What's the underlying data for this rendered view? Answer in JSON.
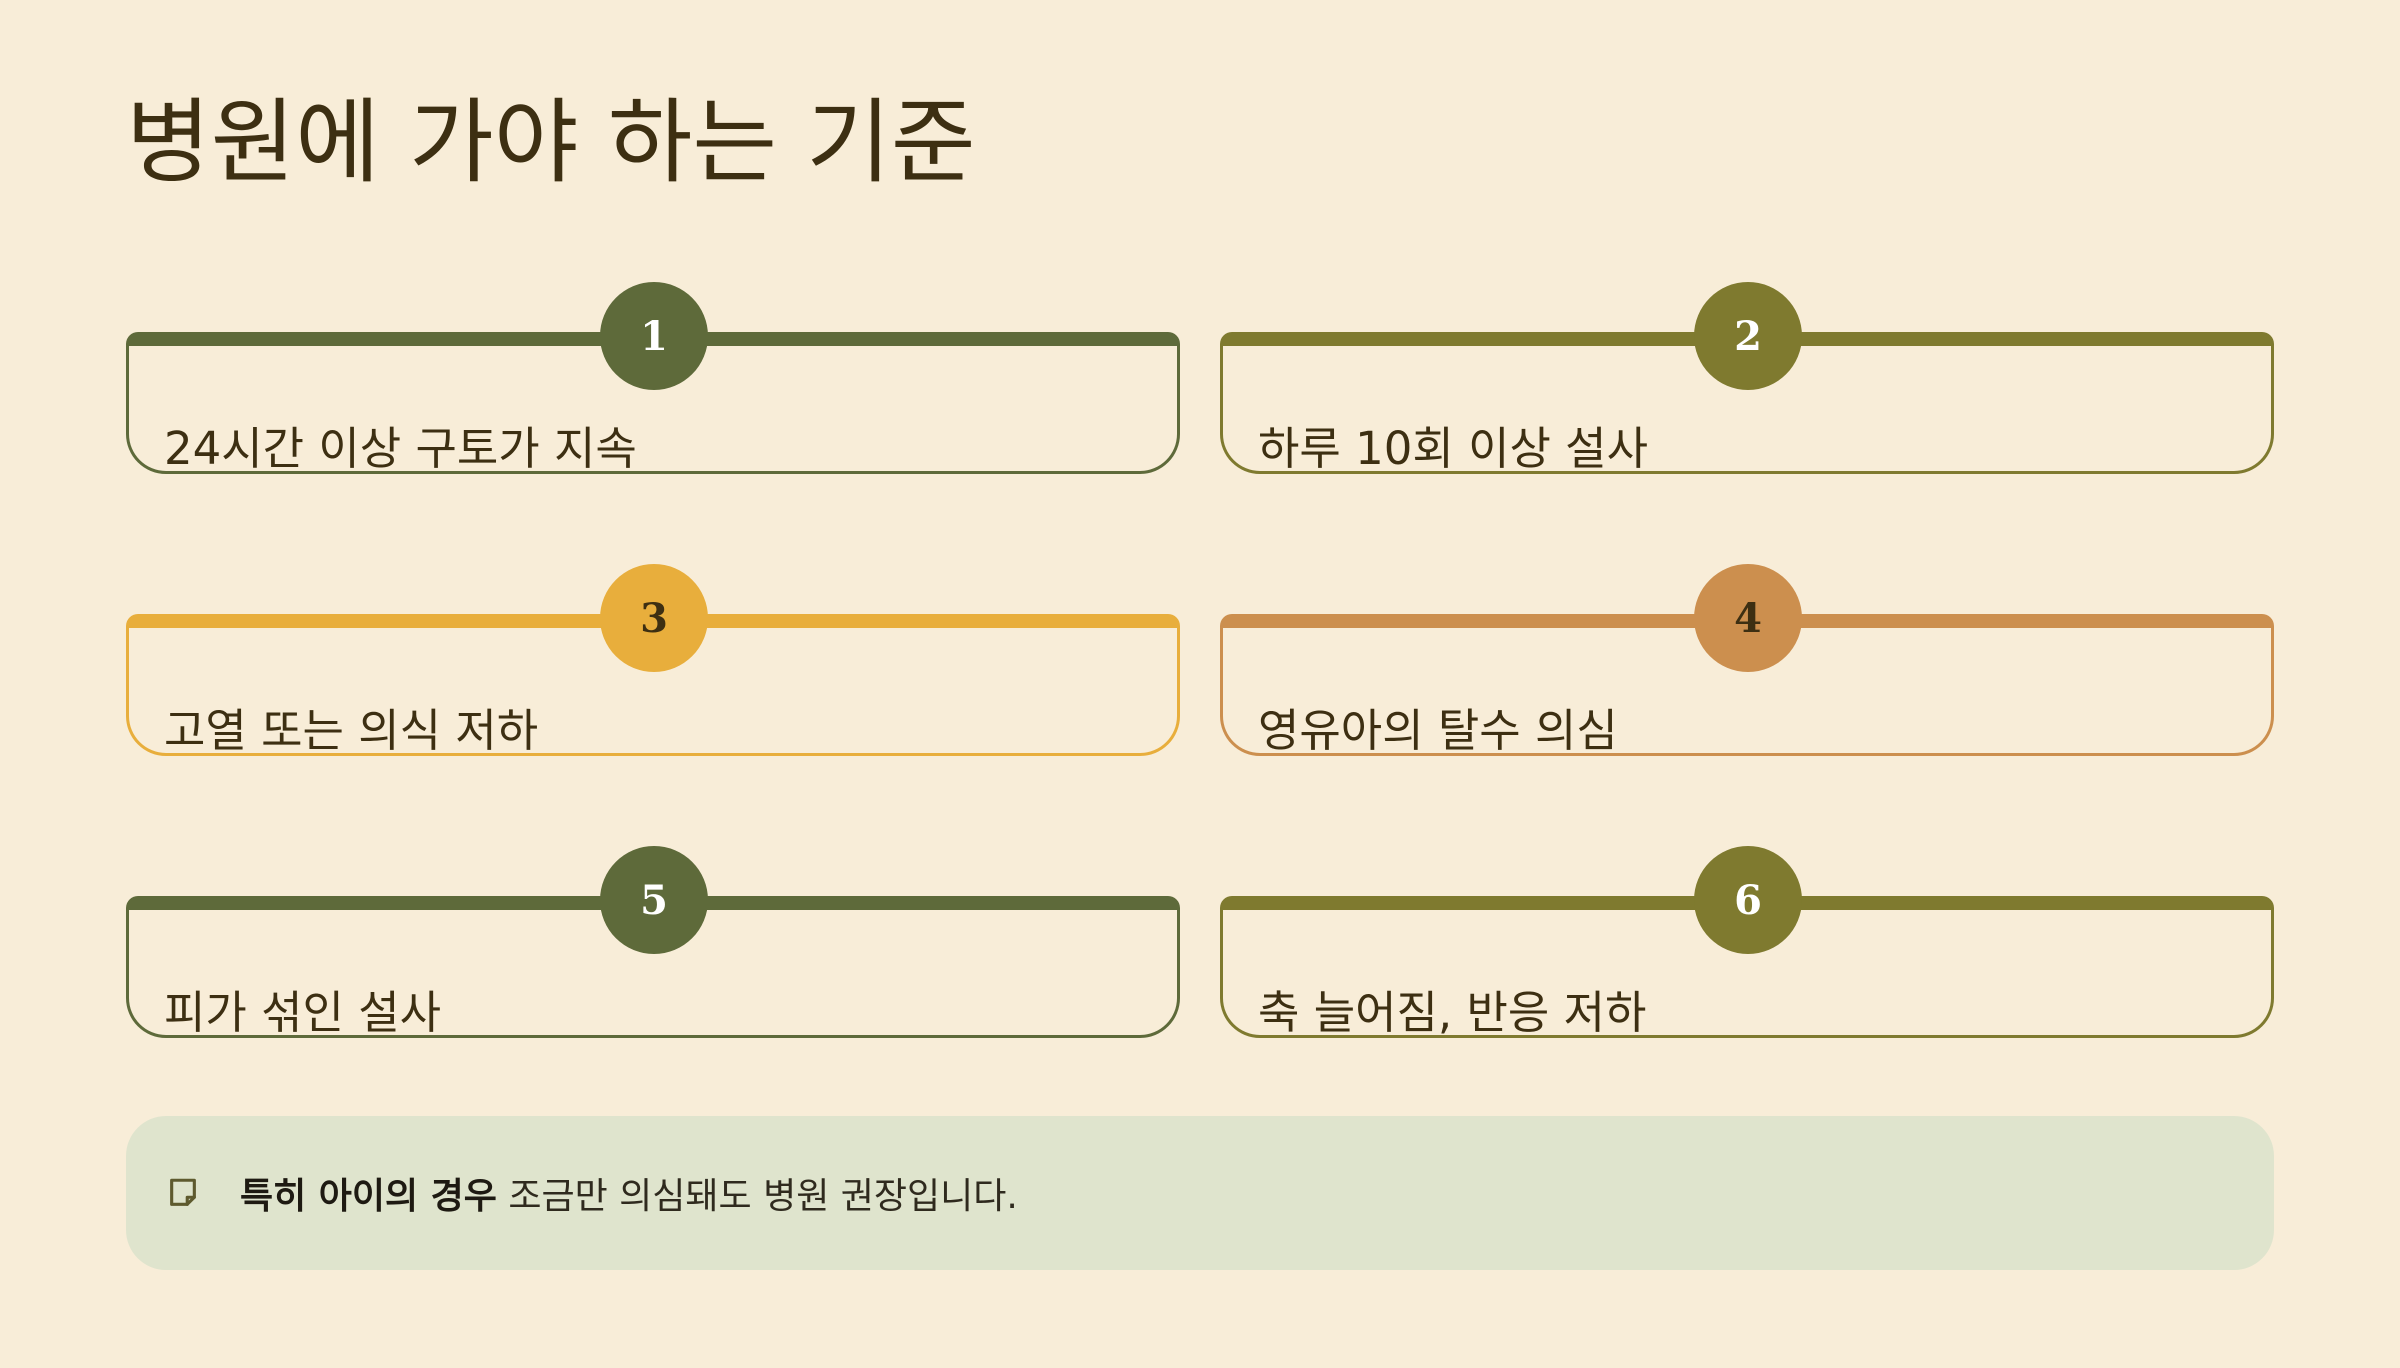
{
  "title": "병원에 가야 하는 기준",
  "cards": [
    {
      "number": "1",
      "text": "24시간 이상 구토가 지속",
      "accent": "#5E6A3A",
      "badge_text_color": "#FFFFFF"
    },
    {
      "number": "2",
      "text": "하루 10회 이상 설사",
      "accent": "#7F7A2F",
      "badge_text_color": "#FFFFFF"
    },
    {
      "number": "3",
      "text": "고열 또는 의식 저하",
      "accent": "#E8AE3C",
      "badge_text_color": "#3D2F12"
    },
    {
      "number": "4",
      "text": "영유아의 탈수 의심",
      "accent": "#CC8F4E",
      "badge_text_color": "#3D2F12"
    },
    {
      "number": "5",
      "text": "피가 섞인 설사",
      "accent": "#5E6A3A",
      "badge_text_color": "#FFFFFF"
    },
    {
      "number": "6",
      "text": "축 늘어짐, 반응 저하",
      "accent": "#7F7A2F",
      "badge_text_color": "#FFFFFF"
    }
  ],
  "note": {
    "icon": "sticky-note-icon",
    "strong": "특히 아이의 경우",
    "text": " 조금만 의심돼도 병원 권장입니다."
  }
}
